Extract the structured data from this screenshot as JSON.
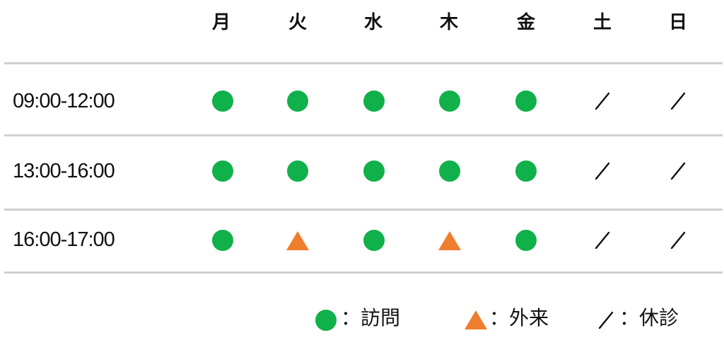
{
  "colors": {
    "visit": "#10b04a",
    "outpatient": "#ef7d2e",
    "closed": "#111111",
    "rule": "#cfcfcf"
  },
  "schedule": {
    "days": [
      "月",
      "火",
      "水",
      "木",
      "金",
      "土",
      "日"
    ],
    "rows": [
      {
        "time": "09:00-12:00",
        "marks": [
          "visit",
          "visit",
          "visit",
          "visit",
          "visit",
          "closed",
          "closed"
        ]
      },
      {
        "time": "13:00-16:00",
        "marks": [
          "visit",
          "visit",
          "visit",
          "visit",
          "visit",
          "closed",
          "closed"
        ]
      },
      {
        "time": "16:00-17:00",
        "marks": [
          "visit",
          "outpatient",
          "visit",
          "outpatient",
          "visit",
          "closed",
          "closed"
        ]
      }
    ]
  },
  "legend": [
    {
      "symbol": "visit",
      "label": "：訪問"
    },
    {
      "symbol": "outpatient",
      "label": "：外来"
    },
    {
      "symbol": "closed",
      "label": "：休診"
    }
  ]
}
